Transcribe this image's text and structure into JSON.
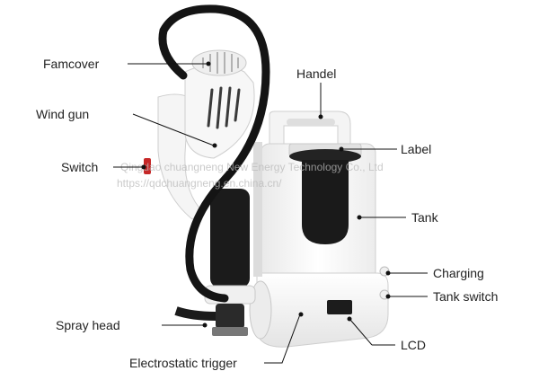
{
  "diagram": {
    "labels": {
      "famcover": "Famcover",
      "wind_gun": "Wind gun",
      "switch": "Switch",
      "spray_head": "Spray head",
      "electrostatic_trigger": "Electrostatic trigger",
      "handel": "Handel",
      "label": "Label",
      "tank": "Tank",
      "charging": "Charging",
      "tank_switch": "Tank switch",
      "lcd": "LCD"
    },
    "watermark": {
      "line1": "Qingdao chuangneng New Energy Technology Co., Ltd",
      "line2": "https://qdchuangneng.en.china.cn/"
    }
  },
  "colors": {
    "body_white": "#f6f6f6",
    "black_part": "#1a1a1a",
    "outline": "#cfcfcf",
    "text": "#222222"
  }
}
